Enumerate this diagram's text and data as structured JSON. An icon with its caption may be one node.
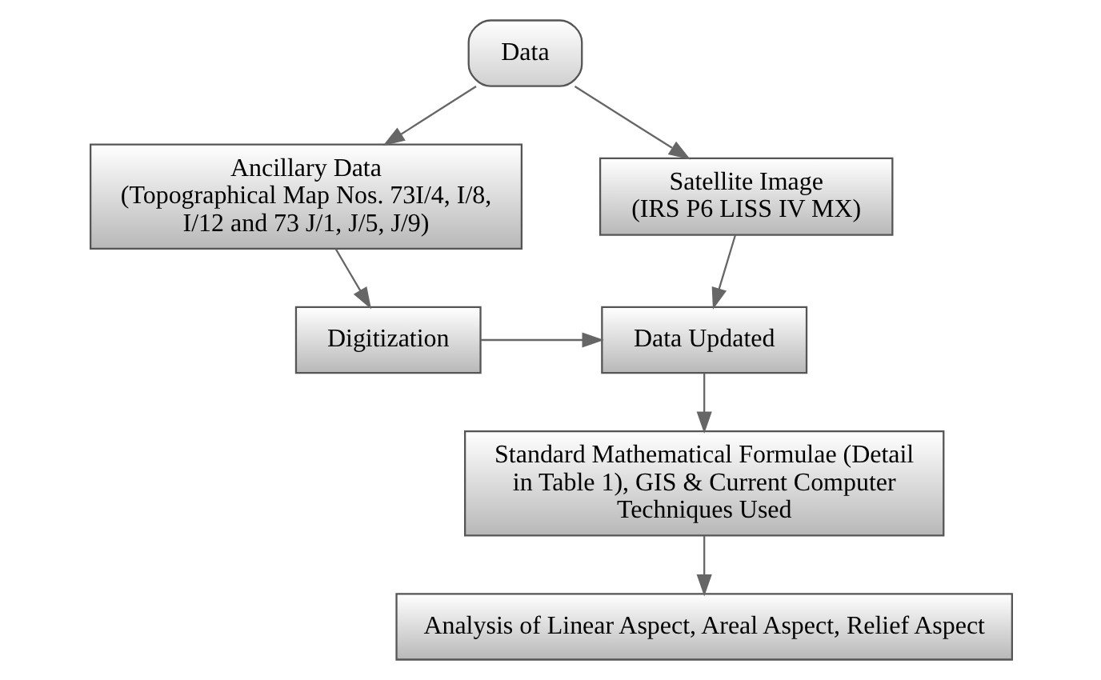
{
  "diagram": {
    "nodes": [
      {
        "text": [
          "Data"
        ]
      },
      {
        "text": [
          "Ancillary Data",
          "(Topographical Map Nos. 73I/4, I/8, I/12 and 73 J/1, J/5, J/9)"
        ]
      },
      {
        "text": [
          "Satellite Image",
          "(IRS P6 LISS IV MX)"
        ]
      },
      {
        "text": [
          "Digitization"
        ]
      },
      {
        "text": [
          "Data Updated"
        ]
      },
      {
        "text": [
          "Standard Mathematical Formulae (Detail in Table 1), GIS & Current Computer Techniques Used"
        ]
      },
      {
        "text": [
          "Analysis of Linear Aspect, Areal Aspect, Relief Aspect"
        ]
      }
    ],
    "edges": [
      {
        "from": 0,
        "to": 1,
        "arrow": "to"
      },
      {
        "from": 0,
        "to": 2,
        "arrow": "to"
      },
      {
        "from": 1,
        "to": 3,
        "arrow": "to"
      },
      {
        "from": 3,
        "to": 4,
        "arrow": "to"
      },
      {
        "from": 2,
        "to": 4,
        "arrow": "to"
      },
      {
        "from": 4,
        "to": 5,
        "arrow": "to"
      },
      {
        "from": 5,
        "to": 6,
        "arrow": "to"
      }
    ]
  }
}
